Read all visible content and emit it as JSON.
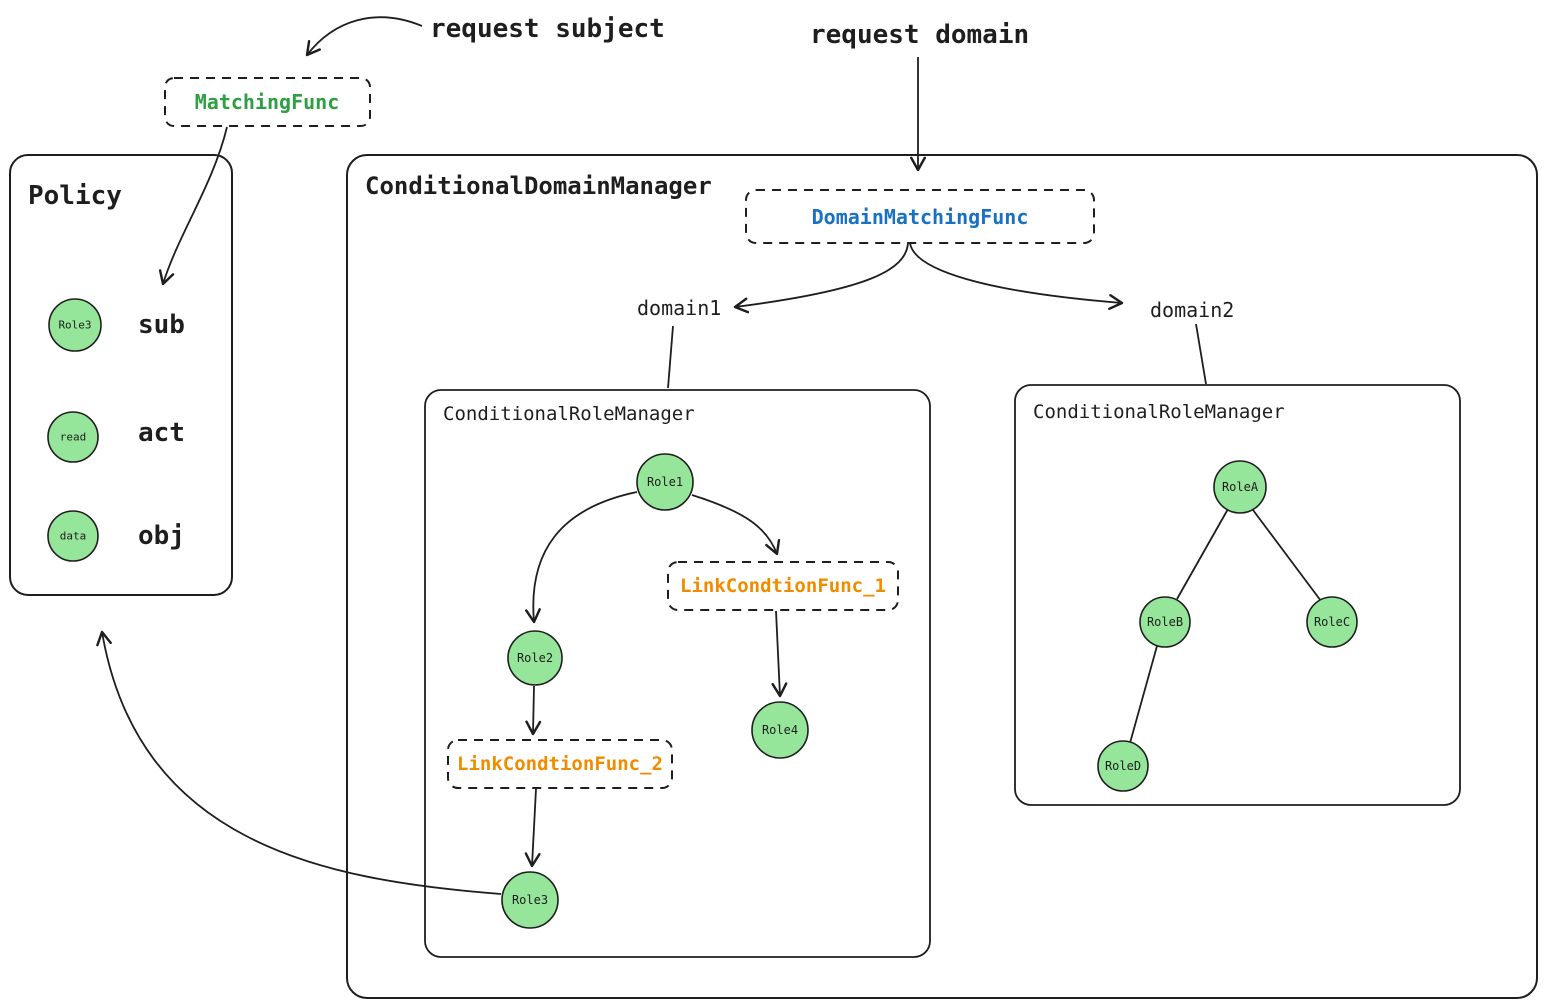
{
  "annotations": {
    "request_subject": "request subject",
    "request_domain": "request domain"
  },
  "matching_func": {
    "label": "MatchingFunc"
  },
  "policy": {
    "title": "Policy",
    "rows": [
      {
        "node": "Role3",
        "label": "sub"
      },
      {
        "node": "read",
        "label": "act"
      },
      {
        "node": "data",
        "label": "obj"
      }
    ]
  },
  "domain_manager": {
    "title": "ConditionalDomainManager",
    "domain_matching_func": "DomainMatchingFunc",
    "domain1_label": "domain1",
    "domain2_label": "domain2"
  },
  "role_manager_domain1": {
    "title": "ConditionalRoleManager",
    "link_condition_func_1": "LinkCondtionFunc_1",
    "link_condition_func_2": "LinkCondtionFunc_2",
    "nodes": {
      "n1": "Role1",
      "n2": "Role2",
      "n3": "Role3",
      "n4": "Role4"
    }
  },
  "role_manager_domain2": {
    "title": "ConditionalRoleManager",
    "nodes": {
      "a": "RoleA",
      "b": "RoleB",
      "c": "RoleC",
      "d": "RoleD"
    }
  },
  "colors": {
    "node_fill": "#95e69b",
    "stroke": "#1e1e1e",
    "matching_func_text": "#2f9e44",
    "domain_matching_func_text": "#1971c2",
    "link_condition_func_text": "#f08c00"
  }
}
